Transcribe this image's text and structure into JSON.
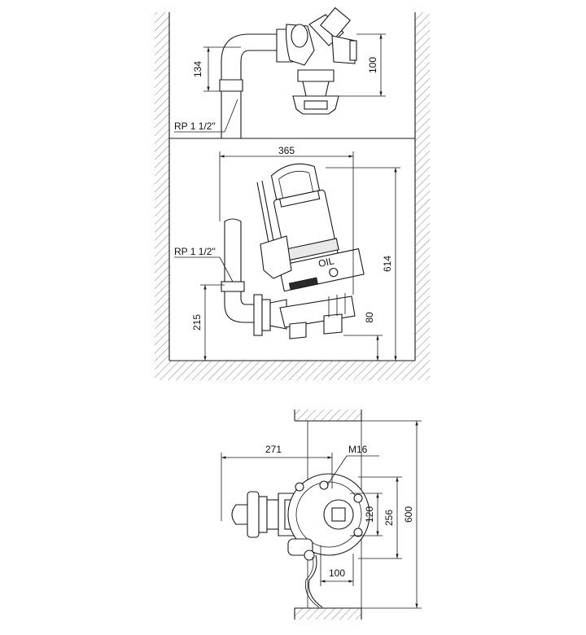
{
  "top_view": {
    "dims": {
      "riser_height": "134",
      "valve_height": "100",
      "pipe_thread_top": "RP 1 1/2\""
    }
  },
  "side_view": {
    "dims": {
      "width": "365",
      "total_height": "614",
      "outlet_height": "215",
      "base_height": "80",
      "pipe_thread": "RP 1 1/2\""
    },
    "label_oil": "OIL"
  },
  "plan_view": {
    "dims": {
      "overall_length": "271",
      "bolt": "M16",
      "inner_width": "120",
      "flange_width": "256",
      "pit_width": "600",
      "offset": "100"
    }
  }
}
